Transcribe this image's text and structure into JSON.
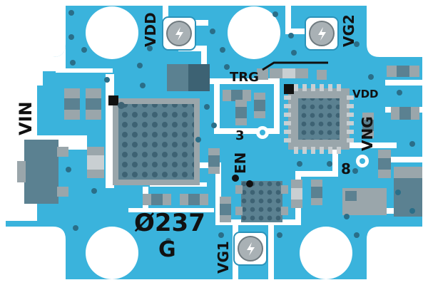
{
  "board": {
    "colors": {
      "substrate": "#ffffff",
      "copper": "#3ab3dc",
      "copper_dark": "#2b93ba",
      "chip": "#5b8191",
      "chip_dark": "#3d6273",
      "pad_gray": "#9aa6ab",
      "pad_light": "#c9cfd2",
      "silkscreen": "#111111",
      "via": "#2a6e88",
      "screw": "#a9b1b5"
    },
    "labels": {
      "vin": "VIN",
      "vdd_top": "VDD",
      "vg2": "VG2",
      "trg": "TRG",
      "vdd_right": "VDD",
      "vng": "VNG",
      "en": "EN",
      "pin3": "3",
      "pin8": "8",
      "part_number": "Ø237",
      "revision": "G",
      "vg1": "VG1"
    },
    "icons": [
      "lightning-bolt-icon",
      "lightning-bolt-icon",
      "lightning-bolt-icon"
    ]
  }
}
